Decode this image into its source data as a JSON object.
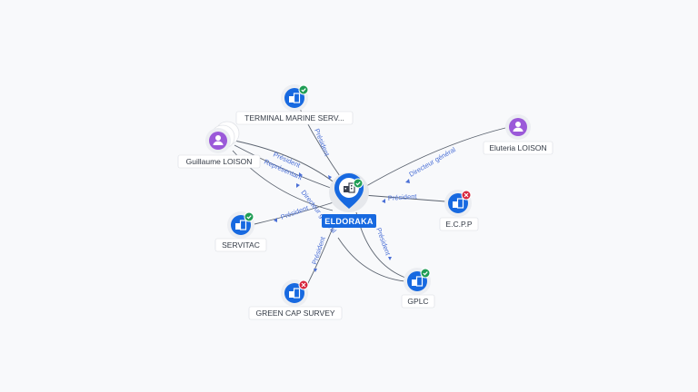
{
  "colors": {
    "company": "#1769e0",
    "person": "#9b59d9",
    "active_badge": "#1f9d55",
    "closed_badge": "#d7263d",
    "edge_label": "#4a6fd6"
  },
  "icons": {
    "company": "building-icon",
    "person": "user-icon",
    "active": "check-badge-icon",
    "closed": "cross-badge-icon"
  },
  "center": {
    "label": "ELDORAKA",
    "icon": "building-icon",
    "status": "active"
  },
  "nodes": [
    {
      "id": "terminal",
      "label": "TERMINAL MARINE SERV...",
      "type": "company",
      "status": "active"
    },
    {
      "id": "guillaume",
      "label": "Guillaume LOISON",
      "type": "person",
      "status": ""
    },
    {
      "id": "eluteria",
      "label": "Eluteria LOISON",
      "type": "person",
      "status": ""
    },
    {
      "id": "ecpp",
      "label": "E.C.P.P",
      "type": "company",
      "status": "closed"
    },
    {
      "id": "servitac",
      "label": "SERVITAC",
      "type": "company",
      "status": "active"
    },
    {
      "id": "gplc",
      "label": "GPLC",
      "type": "company",
      "status": "active"
    },
    {
      "id": "greencap",
      "label": "GREEN CAP SURVEY",
      "type": "company",
      "status": "closed"
    }
  ],
  "edges": [
    {
      "id": "e-terminal",
      "label": "Président"
    },
    {
      "id": "e-guillaume-1",
      "label": "Président"
    },
    {
      "id": "e-guillaume-2",
      "label": "Représentant"
    },
    {
      "id": "e-guillaume-3",
      "label": "Directeur général"
    },
    {
      "id": "e-eluteria",
      "label": "Directeur général"
    },
    {
      "id": "e-ecpp",
      "label": "Président"
    },
    {
      "id": "e-servitac",
      "label": "Président"
    },
    {
      "id": "e-gplc",
      "label": "Président"
    },
    {
      "id": "e-greencap",
      "label": "Président"
    }
  ]
}
